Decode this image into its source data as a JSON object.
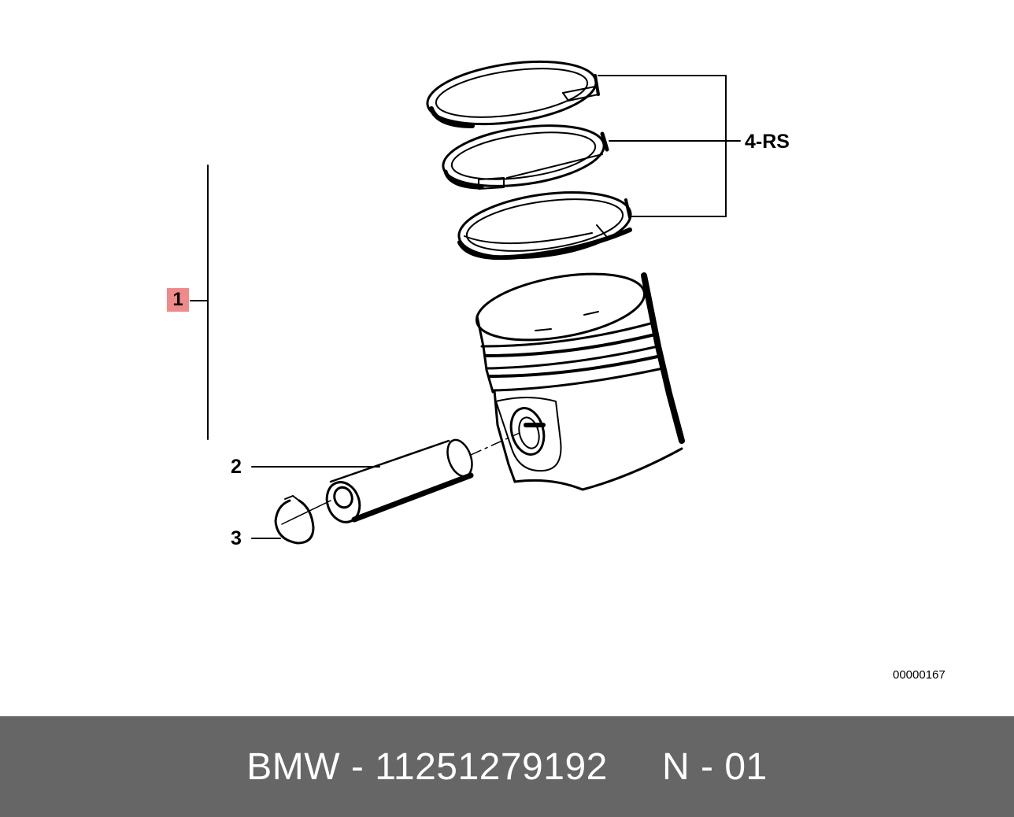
{
  "diagram": {
    "callouts": {
      "part_1": "1",
      "part_2": "2",
      "part_3": "3",
      "part_4": "4-RS"
    },
    "diagram_id": "00000167"
  },
  "footer": {
    "text": "BMW - 11251279192     N - 01"
  },
  "colors": {
    "highlight": "#f08a8a",
    "footer_background": "#666666",
    "footer_text": "#ffffff"
  }
}
